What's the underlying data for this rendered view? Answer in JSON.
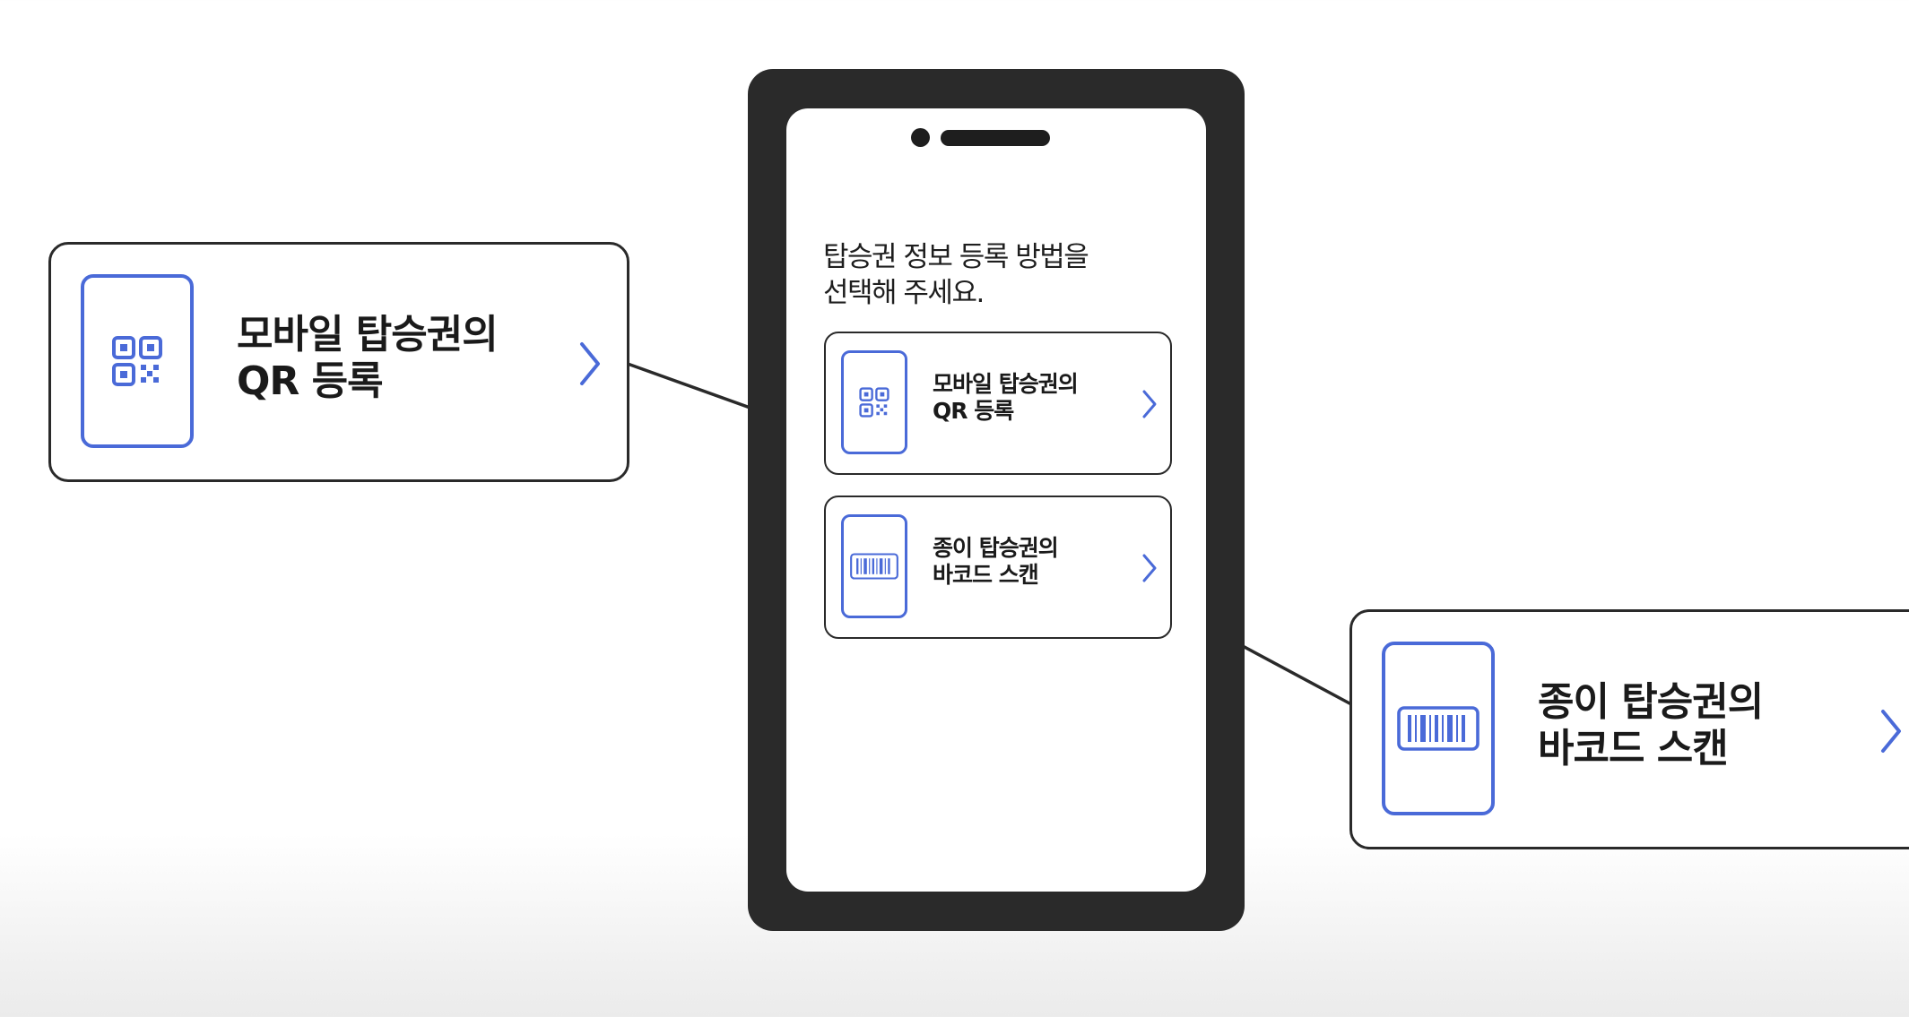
{
  "screen": {
    "title": "탑승권 정보 등록 방법을\n선택해 주세요."
  },
  "options": [
    {
      "label": "모바일 탑승권의\nQR 등록",
      "icon": "qr-code-icon"
    },
    {
      "label": "종이 탑승권의\n바코드 스캔",
      "icon": "barcode-icon"
    }
  ],
  "callouts": [
    {
      "label": "모바일 탑승권의\nQR 등록",
      "icon": "qr-code-icon"
    },
    {
      "label": "종이 탑승권의\n바코드 스캔",
      "icon": "barcode-icon"
    }
  ],
  "colors": {
    "accent": "#4a6ad8",
    "device": "#2a2a2a",
    "text": "#1e1e1e"
  }
}
